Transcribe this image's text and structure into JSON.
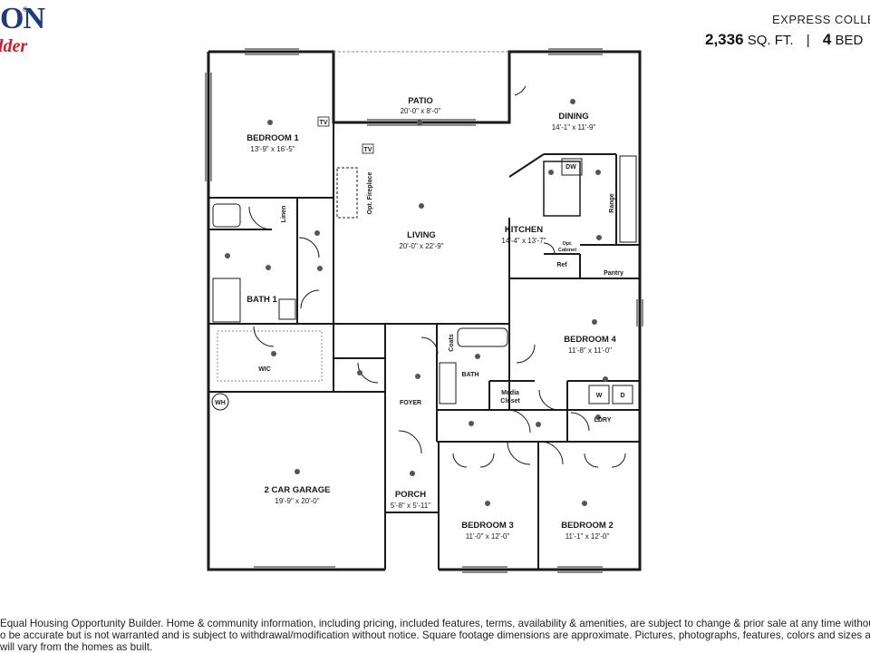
{
  "brand": {
    "name": "ON",
    "registered": "®",
    "tagline": "lder"
  },
  "header": {
    "collection": "EXPRESS COLLEC",
    "sqft_value": "2,336",
    "sqft_unit": "SQ. FT.",
    "separator": "|",
    "beds_value": "4",
    "beds_unit": "BED"
  },
  "rooms": {
    "bedroom1": {
      "name": "BEDROOM 1",
      "dims": "13'-9\" x 16'-5\""
    },
    "patio": {
      "name": "PATIO",
      "dims": "20'-0\" x 8'-0\""
    },
    "dining": {
      "name": "DINING",
      "dims": "14'-1\" x 11'-9\""
    },
    "living": {
      "name": "LIVING",
      "dims": "20'-0\" x 22'-9\""
    },
    "kitchen": {
      "name": "KITCHEN",
      "dims": "14'-4\" x 13'-7\""
    },
    "bath1": {
      "name": "BATH 1"
    },
    "wic": {
      "name": "WIC"
    },
    "bedroom4": {
      "name": "BEDROOM 4",
      "dims": "11'-8\" x 11'-0\""
    },
    "bath": {
      "name": "BATH"
    },
    "foyer": {
      "name": "FOYER"
    },
    "garage": {
      "name": "2 CAR GARAGE",
      "dims": "19'-9\" x 20'-0\""
    },
    "porch": {
      "name": "PORCH",
      "dims": "5'-8\" x 5'-11\""
    },
    "bedroom3": {
      "name": "BEDROOM 3",
      "dims": "11'-0\" x 12'-0\""
    },
    "bedroom2": {
      "name": "BEDROOM 2",
      "dims": "11'-1\" x 12'-0\""
    },
    "ldry": {
      "name": "LDRY"
    }
  },
  "fixtures": {
    "tv": "TV",
    "fireplace": "Opt. Fireplace",
    "linen": "Linen",
    "dw": "DW",
    "range": "Range",
    "opt_cabinet_1": "Opt.",
    "opt_cabinet_2": "Cabinet",
    "ref": "Ref",
    "pantry": "Pantry",
    "coats": "Coats",
    "media_1": "Media",
    "media_2": "Closet",
    "washer": "W",
    "dryer": "D",
    "water_heater": "WH"
  },
  "disclaimer": {
    "line1": "Equal Housing Opportunity Builder. Home & community information, including pricing, included features, terms, availability & amenities, are subject to change & prior sale at any time without n",
    "line2": "o be accurate but is not warranted and is subject to withdrawal/modification without notice. Square footage dimensions are approximate. Pictures, photographs, features, colors and sizes are a",
    "line3": "will vary from the homes as built."
  }
}
